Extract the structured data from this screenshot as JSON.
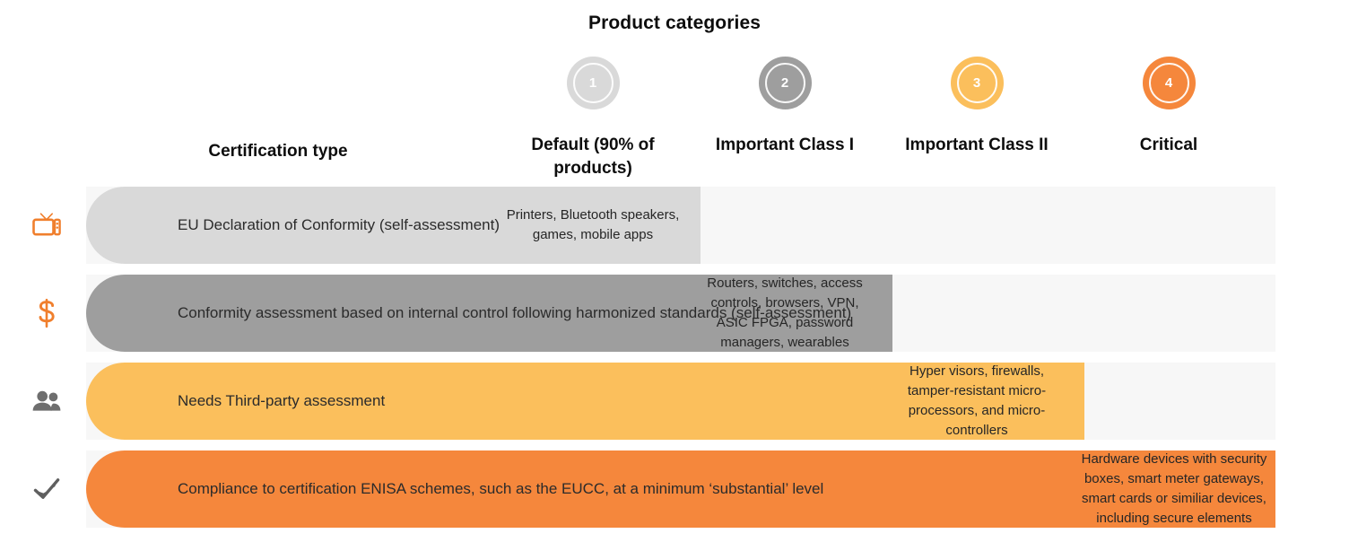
{
  "title": "Product categories",
  "colors": {
    "cat1": "#D9D9D9",
    "cat2": "#9E9E9E",
    "cat3": "#FBBF5C",
    "cat4": "#F5873C",
    "track": "#F7F7F7",
    "icon_orange": "#F07F2D",
    "icon_gray": "#6E6E6E"
  },
  "row_header": {
    "certification_type_label": "Certification type"
  },
  "categories": [
    {
      "number": "1",
      "label": "Default (90% of products)",
      "color": "#D9D9D9",
      "badge_text_color": "#FFFFFF"
    },
    {
      "number": "2",
      "label": "Important Class I",
      "color": "#9E9E9E",
      "badge_text_color": "#FFFFFF"
    },
    {
      "number": "3",
      "label": "Important Class II",
      "color": "#FBBF5C",
      "badge_text_color": "#FFFFFF"
    },
    {
      "number": "4",
      "label": "Critical",
      "color": "#F5873C",
      "badge_text_color": "#FFFFFF"
    }
  ],
  "rows": [
    {
      "icon": "tv-icon",
      "label": "EU Declaration of Conformity (self-assessment)",
      "color": "#D9D9D9",
      "cell": "Printers, Bluetooth speakers, games, mobile apps"
    },
    {
      "icon": "dollar-icon",
      "label": "Conformity assessment based on internal control following harmonized standards (self-assessment)",
      "color": "#9E9E9E",
      "cell": "Routers, switches, access controls, browsers, VPN, ASIC FPGA, password managers, wearables"
    },
    {
      "icon": "people-icon",
      "label": "Needs Third-party assessment",
      "color": "#FBBF5C",
      "cell": "Hyper visors, firewalls, tamper-resistant micro-processors, and micro-controllers"
    },
    {
      "icon": "check-icon",
      "label": "Compliance to certification ENISA schemes, such as the EUCC, at a minimum ‘substantial’ level",
      "color": "#F5873C",
      "cell": "Hardware devices with security boxes, smart meter gateways, smart cards or similiar devices, including secure elements"
    }
  ],
  "chart_data": {
    "type": "table",
    "title": "Product categories",
    "row_axis_label": "Certification type",
    "categories": [
      "Default (90% of products)",
      "Important Class I",
      "Important Class II",
      "Critical"
    ],
    "category_numbers": [
      "1",
      "2",
      "3",
      "4"
    ],
    "rows": [
      "EU Declaration of Conformity (self-assessment)",
      "Conformity assessment based on internal control following harmonized standards (self-assessment)",
      "Needs Third-party assessment",
      "Compliance to certification ENISA schemes, such as the EUCC, at a minimum ‘substantial’ level"
    ],
    "cells": [
      {
        "row": 0,
        "category": 0,
        "value": "Printers, Bluetooth speakers, games, mobile apps"
      },
      {
        "row": 1,
        "category": 1,
        "value": "Routers, switches, access controls, browsers, VPN, ASIC FPGA, password managers, wearables"
      },
      {
        "row": 2,
        "category": 2,
        "value": "Hyper visors, firewalls, tamper-resistant micro-processors, and micro-controllers"
      },
      {
        "row": 3,
        "category": 3,
        "value": "Hardware devices with security boxes, smart meter gateways, smart cards or similiar devices, including secure elements"
      }
    ],
    "legend": "none",
    "grid": false
  }
}
